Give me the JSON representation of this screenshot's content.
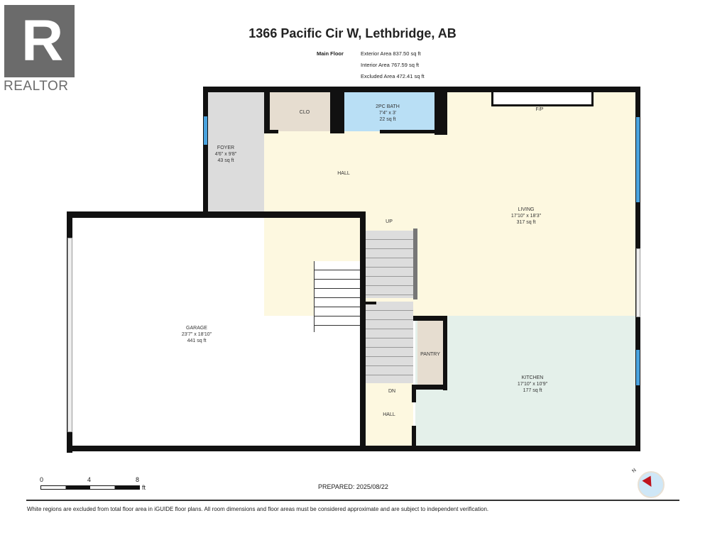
{
  "logo": {
    "text": "REALTOR",
    "mark": "R"
  },
  "title": "1366 Pacific Cir W, Lethbridge, AB",
  "areas": {
    "floor": "Main Floor",
    "exterior": "Exterior Area 837.50 sq ft",
    "interior": "Interior Area 767.59 sq ft",
    "excluded": "Excluded Area 472.41 sq ft"
  },
  "rooms": {
    "foyer": {
      "name": "FOYER",
      "dims": "4'6\" x 9'8\"",
      "area": "43 sq ft"
    },
    "clo": {
      "name": "CLO"
    },
    "bath": {
      "name": "2PC BATH",
      "dims": "7'4\" x 3'",
      "area": "22 sq ft"
    },
    "hall": {
      "name": "HALL"
    },
    "fp": {
      "name": "F/P"
    },
    "living": {
      "name": "LIVING",
      "dims": "17'10\" x 18'3\"",
      "area": "317 sq ft"
    },
    "up": {
      "name": "UP"
    },
    "garage": {
      "name": "GARAGE",
      "dims": "23'7\" x 18'10\"",
      "area": "441 sq ft"
    },
    "pantry": {
      "name": "PANTRY"
    },
    "kitchen": {
      "name": "KITCHEN",
      "dims": "17'10\" x 10'9\"",
      "area": "177 sq ft"
    },
    "dn": {
      "name": "DN"
    },
    "hall2": {
      "name": "HALL"
    }
  },
  "scale": {
    "ticks": [
      "0",
      "4",
      "8"
    ],
    "unit": "ft"
  },
  "prepared": "PREPARED: 2025/08/22",
  "compass": {
    "label": "N"
  },
  "disclaimer": "White regions are excluded from total floor area in iGUIDE floor plans. All room dimensions and floor areas must be considered approximate and are subject to independent verification.",
  "colors": {
    "foyer": "#dcdcdc",
    "closet": "#e6ddd0",
    "bath": "#b9dff5",
    "hall": "#fdf8e0",
    "kitchen": "#e4f0ea",
    "window": "#4aa3df",
    "logo": "#6b6b6b"
  }
}
